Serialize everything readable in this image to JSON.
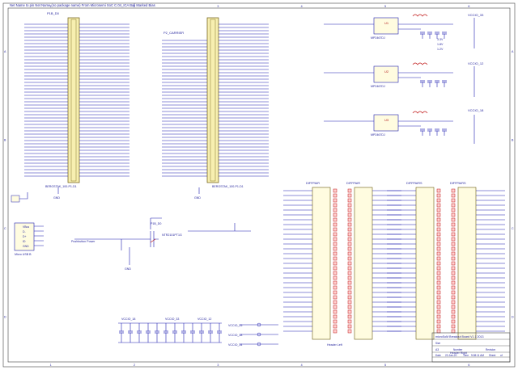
{
  "header_note": "Net Name to pin Net Name (no package name) From Microsemi SoC C.04_ICA Ball Marked Bias",
  "frame": {
    "col_labels": [
      "1",
      "2",
      "3",
      "4",
      "5",
      "6"
    ],
    "row_labels": [
      "A",
      "B",
      "C",
      "D"
    ]
  },
  "connectors": {
    "p1": {
      "ref": "P1B_D0",
      "part": "BERGSTAK_100-P1-D1"
    },
    "p2": {
      "ref": "P2_CARRIER",
      "part": "BERGSTAK_100-P1-D1"
    }
  },
  "regulators": {
    "u1": {
      "ref": "U1",
      "name": "MP2467DJ",
      "supply": "VCCIO_33"
    },
    "u2": {
      "ref": "U2",
      "name": "MP2467DJ",
      "supply": "VCCIO_12"
    },
    "u3": {
      "ref": "U3",
      "name": "MP2467DJ",
      "supply": "VCCIO_18"
    },
    "vout_labels": [
      "3.3V",
      "1.8V",
      "1.2V"
    ]
  },
  "headers": {
    "left_ref": "DIFFPAIR",
    "right_ref": "DIFFPAIRS",
    "left_title": "Header Left",
    "right_title": "Header Right"
  },
  "usb": {
    "ref": "Micro USB B",
    "pins": [
      "VBus",
      "D-",
      "D+",
      "ID",
      "GND"
    ]
  },
  "pushbutton": {
    "label": "Pushbutton Power",
    "fet": "NTR2101PT1G"
  },
  "power_nets": [
    "VCCIO_18",
    "VCCIO_33",
    "VCCIO_12",
    "VCCIO_25",
    "VCCIO_34"
  ],
  "title_block": {
    "title": "microSoM Breakout Board V1.1 2013",
    "size_label": "Size",
    "size": "A3",
    "number_label": "Number",
    "revision_label": "Revision",
    "date_label": "Date",
    "date": "22-Jan-20",
    "time_label": "Time",
    "time": "9:08:11 AM",
    "sheet_label": "Sheet",
    "sheet": "of"
  },
  "gnd": "GND"
}
